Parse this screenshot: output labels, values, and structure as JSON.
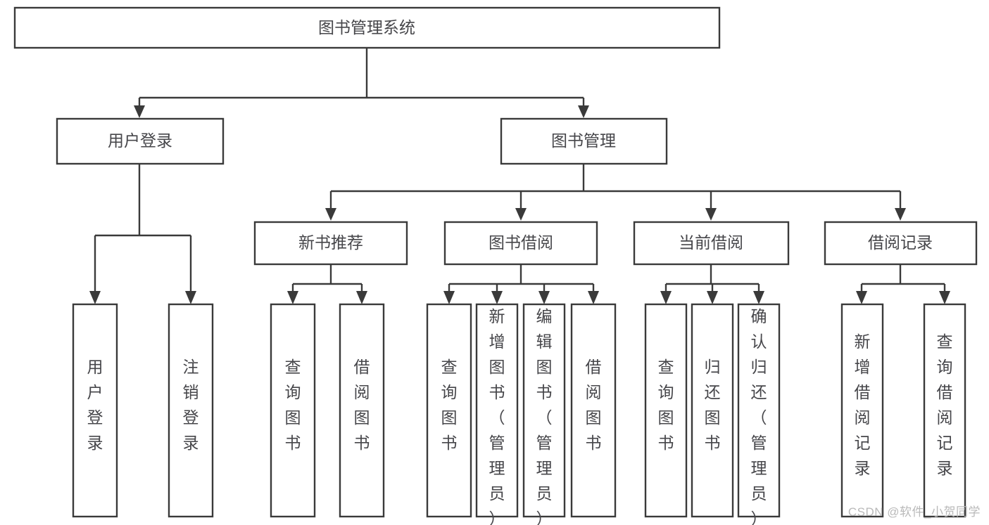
{
  "diagram": {
    "title": "图书管理系统",
    "type": "tree",
    "watermark": "CSDN @软件_小贺同学",
    "root": {
      "id": "root",
      "label": "图书管理系统"
    },
    "level2": [
      {
        "id": "user-login",
        "label": "用户登录"
      },
      {
        "id": "book-management",
        "label": "图书管理"
      }
    ],
    "level3": [
      {
        "id": "new-book-recommend",
        "label": "新书推荐",
        "parent": "book-management"
      },
      {
        "id": "book-borrow",
        "label": "图书借阅",
        "parent": "book-management"
      },
      {
        "id": "current-borrow",
        "label": "当前借阅",
        "parent": "book-management"
      },
      {
        "id": "borrow-record",
        "label": "借阅记录",
        "parent": "book-management"
      }
    ],
    "leaves": {
      "user-login": [
        {
          "id": "leaf-user-login",
          "label": "用户登录"
        },
        {
          "id": "leaf-user-logout",
          "label": "注销登录"
        }
      ],
      "new-book-recommend": [
        {
          "id": "leaf-query-book-1",
          "label": "查询图书"
        },
        {
          "id": "leaf-borrow-book-1",
          "label": "借阅图书"
        }
      ],
      "book-borrow": [
        {
          "id": "leaf-query-book-2",
          "label": "查询图书"
        },
        {
          "id": "leaf-add-book",
          "label": "新增图书（管理员）"
        },
        {
          "id": "leaf-edit-book",
          "label": "编辑图书（管理员）"
        },
        {
          "id": "leaf-borrow-book-2",
          "label": "借阅图书"
        }
      ],
      "current-borrow": [
        {
          "id": "leaf-query-book-3",
          "label": "查询图书"
        },
        {
          "id": "leaf-return-book",
          "label": "归还图书"
        },
        {
          "id": "leaf-confirm-return",
          "label": "确认归还（管理员）"
        }
      ],
      "borrow-record": [
        {
          "id": "leaf-add-record",
          "label": "新增借阅记录"
        },
        {
          "id": "leaf-query-record",
          "label": "查询借阅记录"
        }
      ]
    },
    "colors": {
      "box_stroke": "#3a3a3a",
      "box_fill": "#ffffff",
      "text": "#46464a",
      "watermark": "#b9b9b9",
      "background": "#ffffff"
    }
  }
}
